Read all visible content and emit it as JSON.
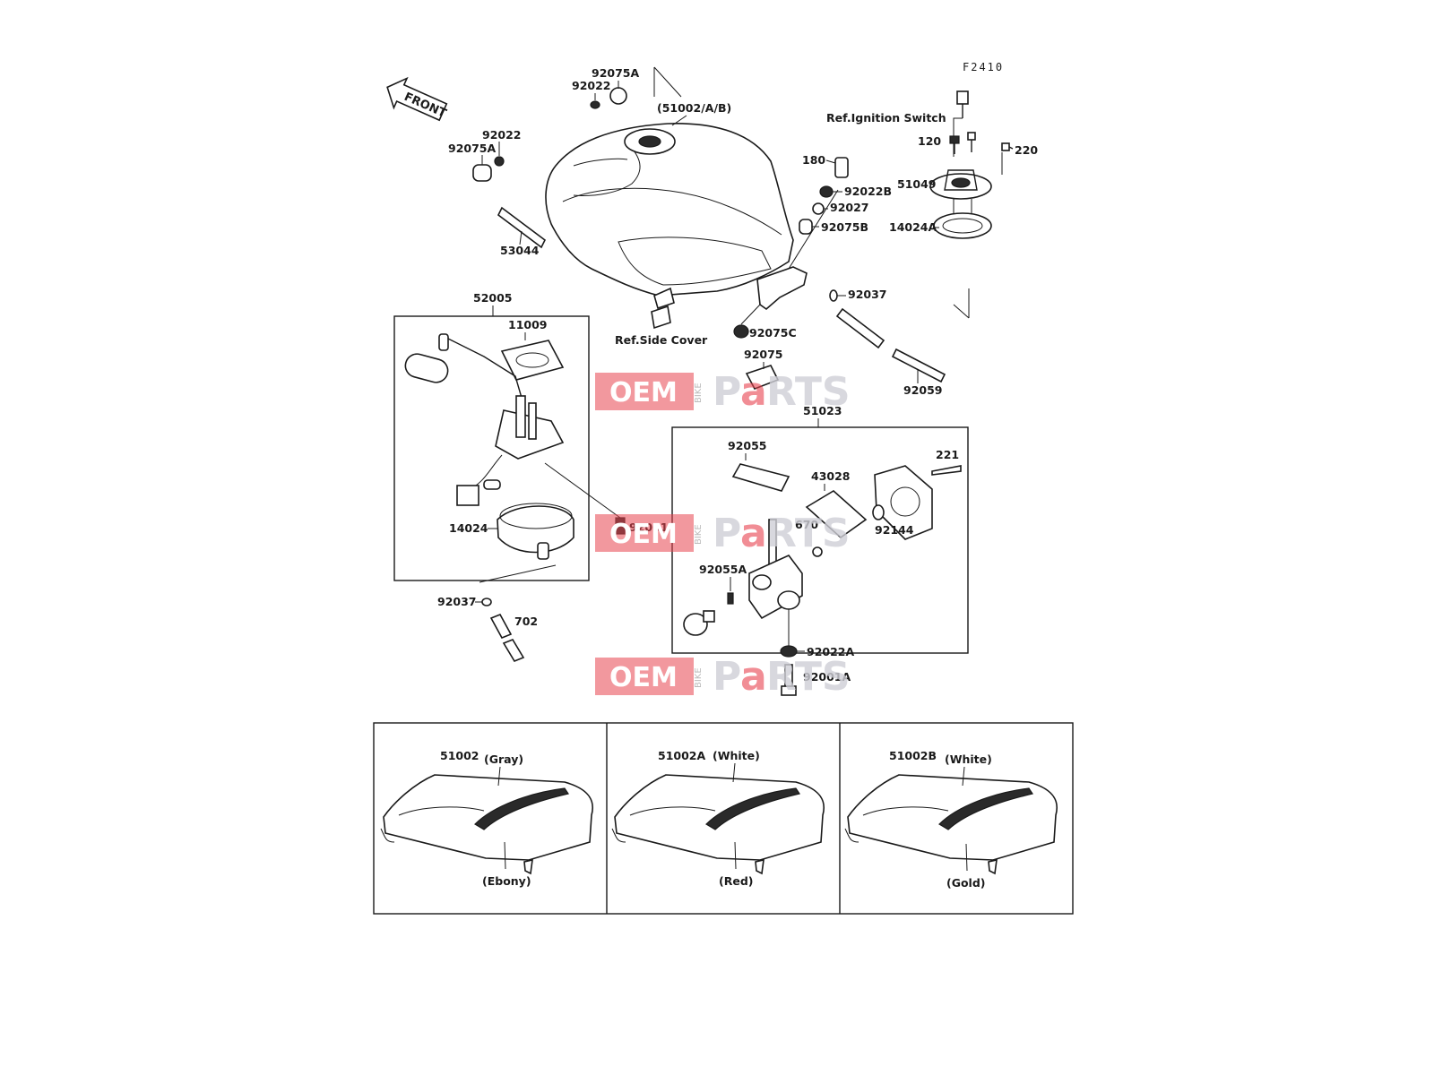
{
  "figure_code": "F2410",
  "front_arrow_label": "FRONT",
  "watermark": {
    "oem": "OEM",
    "bike": "BIKE",
    "parts_left": "P",
    "parts_a": "a",
    "parts_right": "RTS"
  },
  "callouts": {
    "c_92075A_top": "92075A",
    "c_92022_top": "92022",
    "c_51002AB": "(51002/A/B)",
    "c_92022_left": "92022",
    "c_92075A_left": "92075A",
    "c_53044": "53044",
    "c_ref_ignition": "Ref.Ignition Switch",
    "c_120": "120",
    "c_220": "220",
    "c_180": "180",
    "c_51049": "51049",
    "c_92022B": "92022B",
    "c_92027": "92027",
    "c_14024A": "14024A",
    "c_92075B": "92075B",
    "c_92037_top": "92037",
    "c_92075C": "92075C",
    "c_ref_side_cover": "Ref.Side Cover",
    "c_52005": "52005",
    "c_11009": "11009",
    "c_92075": "92075",
    "c_92059": "92059",
    "c_51023": "51023",
    "c_92055": "92055",
    "c_43028": "43028",
    "c_221": "221",
    "c_92001": "92001",
    "c_14024": "14024",
    "c_670": "670",
    "c_92144": "92144",
    "c_92055A": "92055A",
    "c_92037_bottom": "92037",
    "c_702": "702",
    "c_92022A": "92022A",
    "c_92001A": "92001A"
  },
  "color_variants": [
    {
      "part": "51002",
      "color": "(Gray)",
      "stripe": "(Ebony)"
    },
    {
      "part": "51002A",
      "color": "(White)",
      "stripe": "(Red)"
    },
    {
      "part": "51002B",
      "color": "(White)",
      "stripe": "(Gold)"
    }
  ]
}
